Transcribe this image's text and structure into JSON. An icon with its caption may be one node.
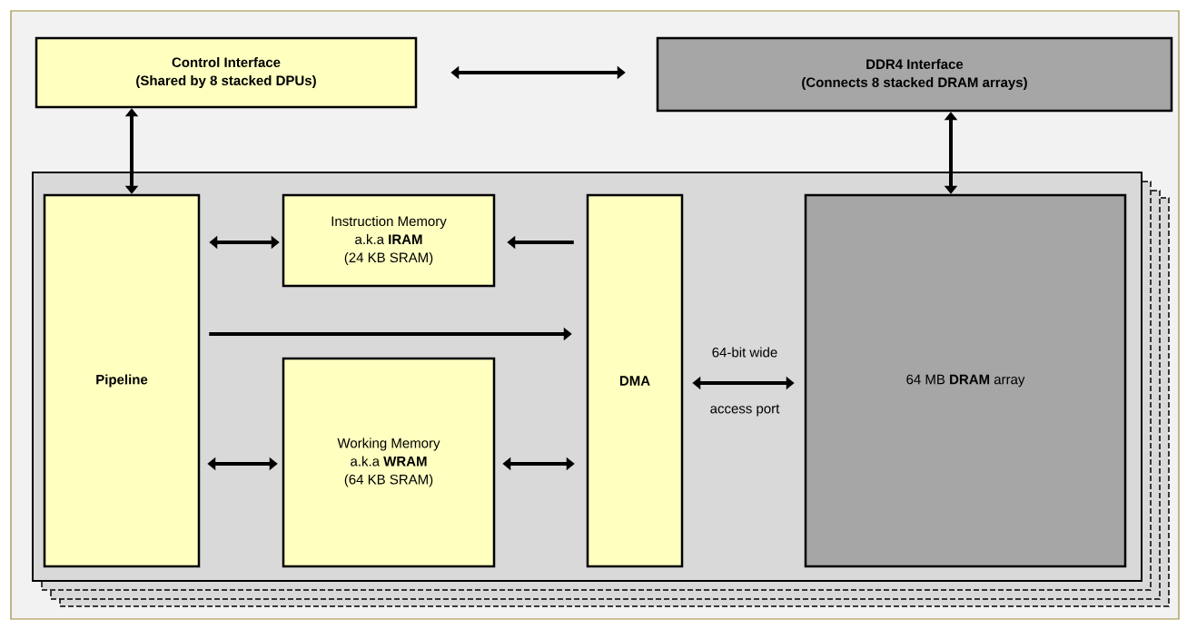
{
  "diagram": {
    "nodes": [
      {
        "text": [
          "Control Interface",
          "(Shared by 8 stacked DPUs)"
        ]
      },
      {
        "text": [
          "DDR4 Interface",
          "(Connects 8 stacked DRAM arrays)"
        ]
      },
      {
        "text": [],
        "shape": "box"
      },
      {
        "text": [
          "Pipeline"
        ],
        "in": 2
      },
      {
        "text": [
          "Instruction Memory",
          "a.k.a **IRAM**",
          "(24 KB SRAM)"
        ],
        "in": 2
      },
      {
        "text": [
          "DMA"
        ],
        "in": 2
      },
      {
        "text": [
          "Working Memory",
          "a.k.a **WRAM**",
          "(64 KB SRAM)"
        ],
        "in": 2
      },
      {
        "text": [
          "64 MB **DRAM** array"
        ],
        "in": 2
      }
    ],
    "edges": [
      {
        "from": 0,
        "to": 1,
        "arrow": "both"
      },
      {
        "from": 0,
        "to": 3,
        "arrow": "both"
      },
      {
        "from": 1,
        "to": 7,
        "arrow": "both"
      },
      {
        "from": 3,
        "to": 4,
        "arrow": "both"
      },
      {
        "from": 5,
        "to": 4,
        "arrow": "to"
      },
      {
        "from": 3,
        "to": 5,
        "arrow": "to"
      },
      {
        "from": 3,
        "to": 6,
        "arrow": "both"
      },
      {
        "from": 6,
        "to": 5,
        "arrow": "both"
      },
      {
        "from": 5,
        "to": 7,
        "arrow": "both"
      }
    ],
    "labels": [
      "64-bit wide",
      "access port"
    ]
  }
}
